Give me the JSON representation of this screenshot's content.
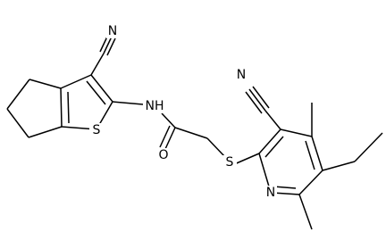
{
  "atom_labels": {
    "n_nitrile_left": "N",
    "nh": "NH",
    "s_thiophene": "S",
    "o_carbonyl": "O",
    "s_thioether": "S",
    "n_nitrile_right": "N",
    "n_pyridine": "N"
  },
  "colors": {
    "bond": "#000000",
    "text": "#000000",
    "background": "#ffffff"
  }
}
